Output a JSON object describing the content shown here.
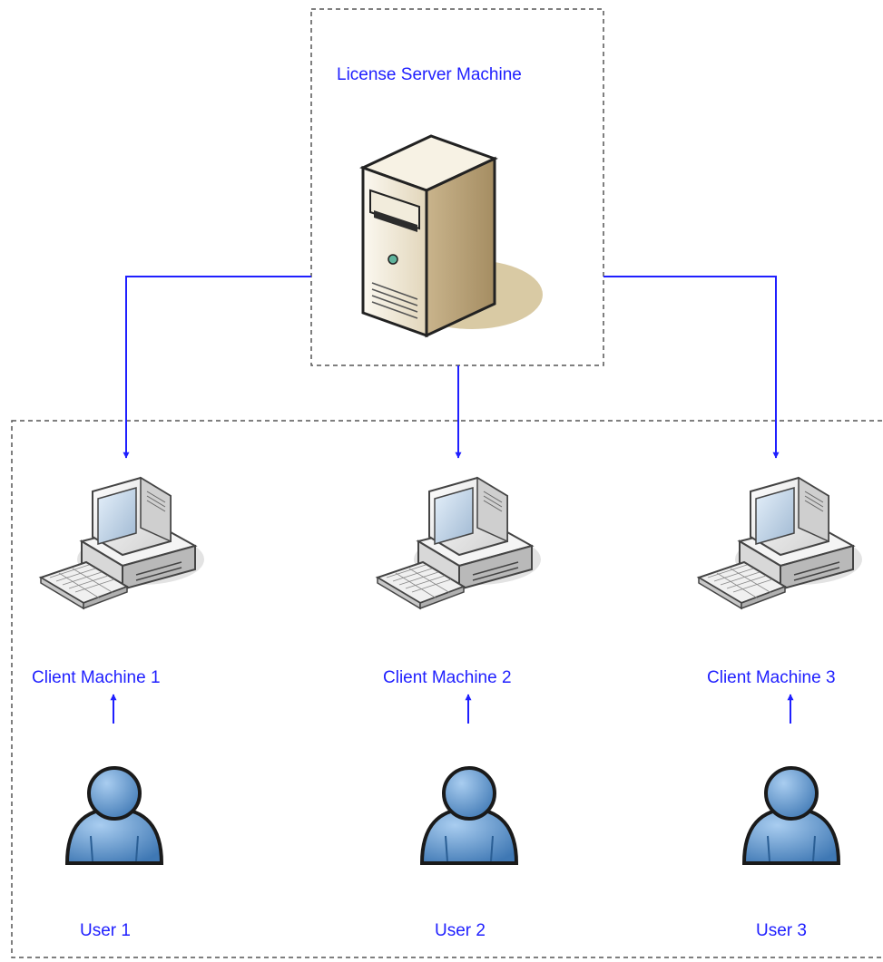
{
  "server": {
    "label": "License Server Machine",
    "icon": "server-tower-icon"
  },
  "clients": [
    {
      "label": "Client Machine 1",
      "icon": "desktop-computer-icon"
    },
    {
      "label": "Client Machine 2",
      "icon": "desktop-computer-icon"
    },
    {
      "label": "Client Machine 3",
      "icon": "desktop-computer-icon"
    }
  ],
  "users": [
    {
      "label": "User 1",
      "icon": "user-icon"
    },
    {
      "label": "User 2",
      "icon": "user-icon"
    },
    {
      "label": "User 3",
      "icon": "user-icon"
    }
  ],
  "colors": {
    "connector": "#1f1fff",
    "label_text": "#1f1fff",
    "group_border": "#555555",
    "user_fill": "#5b95cf",
    "server_body": "#e6dcc4"
  }
}
